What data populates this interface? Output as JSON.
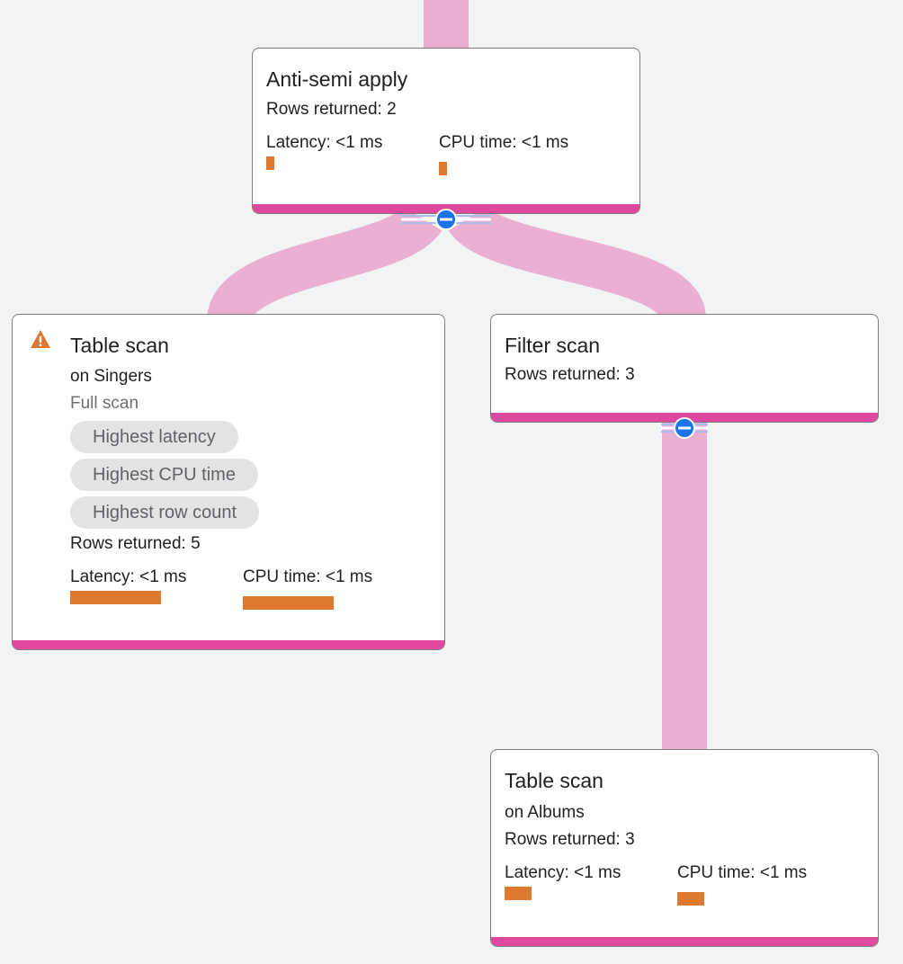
{
  "nodes": {
    "anti_semi": {
      "title": "Anti-semi apply",
      "rows": "Rows returned: 2",
      "latency": "Latency: <1 ms",
      "cpu": "CPU time: <1 ms",
      "latency_fraction": 0.09,
      "cpu_fraction": 0.09
    },
    "table_singers": {
      "title": "Table scan",
      "subtitle": "on Singers",
      "scan_type": "Full scan",
      "badges": [
        "Highest latency",
        "Highest CPU time",
        "Highest row count"
      ],
      "rows": "Rows returned: 5",
      "latency": "Latency: <1 ms",
      "cpu": "CPU time: <1 ms",
      "latency_fraction": 1.0,
      "cpu_fraction": 1.0,
      "warning_icon": "warning-triangle-icon"
    },
    "filter_scan": {
      "title": "Filter scan",
      "rows": "Rows returned: 3"
    },
    "table_albums": {
      "title": "Table scan",
      "subtitle": "on Albums",
      "rows": "Rows returned: 3",
      "latency": "Latency: <1 ms",
      "cpu": "CPU time: <1 ms",
      "latency_fraction": 0.3,
      "cpu_fraction": 0.3
    }
  },
  "colors": {
    "background": "#f1f3f4",
    "edge": "#ebafd2",
    "footer": "#e0479e",
    "metric_bar": "#dd7a30",
    "collapse_button": "#1a73e8",
    "warning": "#dd7a30",
    "badge_bg": "#e3e3e3",
    "badge_text": "#5f6368"
  },
  "icons": {
    "collapse": "collapse-minus-icon",
    "warning": "warning-triangle-icon"
  }
}
